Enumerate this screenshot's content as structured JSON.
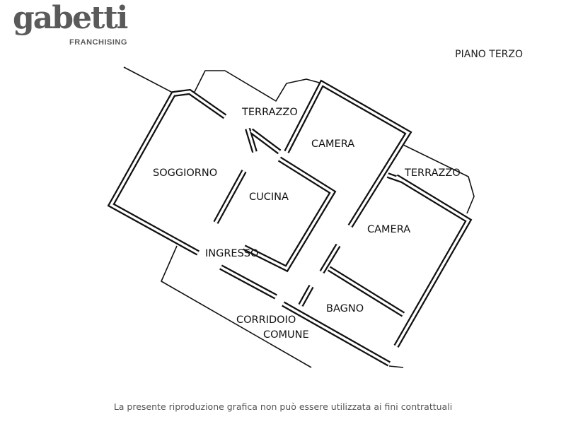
{
  "logo": {
    "brand": "gabetti",
    "tagline": "FRANCHISING"
  },
  "floor_label": "PIANO TERZO",
  "rooms": {
    "terrazzo_1": "TERRAZZO",
    "camera_1": "CAMERA",
    "terrazzo_2": "TERRAZZO",
    "soggiorno": "SOGGIORNO",
    "cucina": "CUCINA",
    "camera_2": "CAMERA",
    "ingresso": "INGRESSO",
    "bagno": "BAGNO",
    "corridoio_1": "CORRIDOIO",
    "corridoio_2": "COMUNE"
  },
  "footer": "La presente riproduzione grafica non può essere utilizzata ai fini contrattuali"
}
